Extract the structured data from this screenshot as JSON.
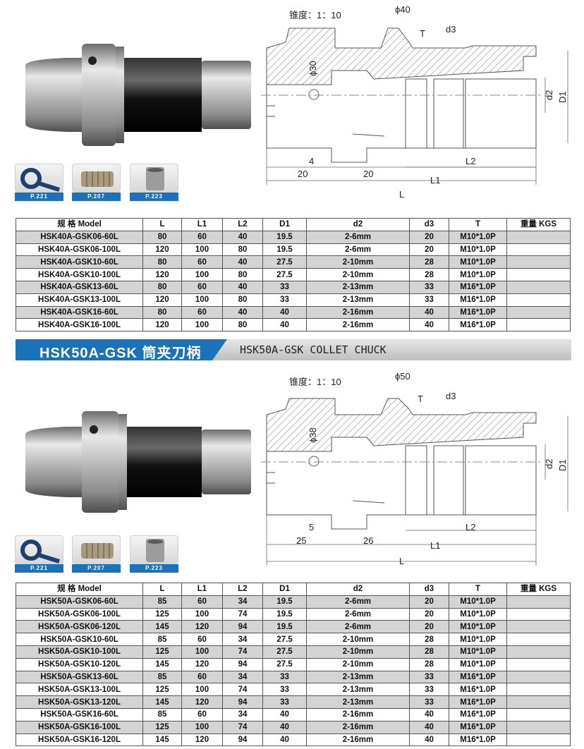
{
  "accessories": [
    {
      "name": "wrench",
      "label": "P.221"
    },
    {
      "name": "collet",
      "label": "P.207"
    },
    {
      "name": "nut",
      "label": "P.223"
    }
  ],
  "section1": {
    "drawing": {
      "taper": "锥度：1：10",
      "phi_top": "ϕ40",
      "phi_side": "ϕ30",
      "T": "T",
      "d3": "d3",
      "d2": "d2",
      "D1": "D1",
      "dim_small": "4",
      "dim_a": "20",
      "dim_b": "20",
      "L2": "L2",
      "L1": "L1",
      "L": "L"
    },
    "table": {
      "headers": [
        "规 格 Model",
        "L",
        "L1",
        "L2",
        "D1",
        "d2",
        "d3",
        "T",
        "重量 KGS"
      ],
      "rows": [
        [
          "HSK40A-GSK06-60L",
          "80",
          "60",
          "40",
          "19.5",
          "2-6mm",
          "20",
          "M10*1.0P",
          ""
        ],
        [
          "HSK40A-GSK06-100L",
          "120",
          "100",
          "80",
          "19.5",
          "2-6mm",
          "20",
          "M10*1.0P",
          ""
        ],
        [
          "HSK40A-GSK10-60L",
          "80",
          "60",
          "40",
          "27.5",
          "2-10mm",
          "28",
          "M10*1.0P",
          ""
        ],
        [
          "HSK40A-GSK10-100L",
          "120",
          "100",
          "80",
          "27.5",
          "2-10mm",
          "28",
          "M10*1.0P",
          ""
        ],
        [
          "HSK40A-GSK13-60L",
          "80",
          "60",
          "40",
          "33",
          "2-13mm",
          "33",
          "M16*1.0P",
          ""
        ],
        [
          "HSK40A-GSK13-100L",
          "120",
          "100",
          "80",
          "33",
          "2-13mm",
          "33",
          "M16*1.0P",
          ""
        ],
        [
          "HSK40A-GSK16-60L",
          "80",
          "60",
          "40",
          "40",
          "2-16mm",
          "40",
          "M16*1.0P",
          ""
        ],
        [
          "HSK40A-GSK16-100L",
          "120",
          "100",
          "80",
          "40",
          "2-16mm",
          "40",
          "M16*1.0P",
          ""
        ]
      ]
    }
  },
  "banner": {
    "title": "HSK50A-GSK 筒夹刀柄",
    "subtitle": "HSK50A-GSK COLLET CHUCK"
  },
  "section2": {
    "drawing": {
      "taper": "锥度：1：10",
      "phi_top": "ϕ50",
      "phi_side": "ϕ38",
      "T": "T",
      "d3": "d3",
      "d2": "d2",
      "D1": "D1",
      "dim_small": "5",
      "dim_a": "25",
      "dim_b": "26",
      "L2": "L2",
      "L1": "L1",
      "L": "L"
    },
    "table": {
      "headers": [
        "规 格 Model",
        "L",
        "L1",
        "L2",
        "D1",
        "d2",
        "d3",
        "T",
        "重量 KGS"
      ],
      "rows": [
        [
          "HSK50A-GSK06-60L",
          "85",
          "60",
          "34",
          "19.5",
          "2-6mm",
          "20",
          "M10*1.0P",
          ""
        ],
        [
          "HSK50A-GSK06-100L",
          "125",
          "100",
          "74",
          "19.5",
          "2-6mm",
          "20",
          "M10*1.0P",
          ""
        ],
        [
          "HSK50A-GSK06-120L",
          "145",
          "120",
          "94",
          "19.5",
          "2-6mm",
          "20",
          "M10*1.0P",
          ""
        ],
        [
          "HSK50A-GSK10-60L",
          "85",
          "60",
          "34",
          "27.5",
          "2-10mm",
          "28",
          "M10*1.0P",
          ""
        ],
        [
          "HSK50A-GSK10-100L",
          "125",
          "100",
          "74",
          "27.5",
          "2-10mm",
          "28",
          "M10*1.0P",
          ""
        ],
        [
          "HSK50A-GSK10-120L",
          "145",
          "120",
          "94",
          "27.5",
          "2-10mm",
          "28",
          "M10*1.0P",
          ""
        ],
        [
          "HSK50A-GSK13-60L",
          "85",
          "60",
          "34",
          "33",
          "2-13mm",
          "33",
          "M16*1.0P",
          ""
        ],
        [
          "HSK50A-GSK13-100L",
          "125",
          "100",
          "74",
          "33",
          "2-13mm",
          "33",
          "M16*1.0P",
          ""
        ],
        [
          "HSK50A-GSK13-120L",
          "145",
          "120",
          "94",
          "33",
          "2-13mm",
          "33",
          "M16*1.0P",
          ""
        ],
        [
          "HSK50A-GSK16-60L",
          "85",
          "60",
          "34",
          "40",
          "2-16mm",
          "40",
          "M16*1.0P",
          ""
        ],
        [
          "HSK50A-GSK16-100L",
          "125",
          "100",
          "74",
          "40",
          "2-16mm",
          "40",
          "M16*1.0P",
          ""
        ],
        [
          "HSK50A-GSK16-120L",
          "145",
          "120",
          "94",
          "40",
          "2-16mm",
          "40",
          "M16*1.0P",
          ""
        ]
      ]
    }
  }
}
